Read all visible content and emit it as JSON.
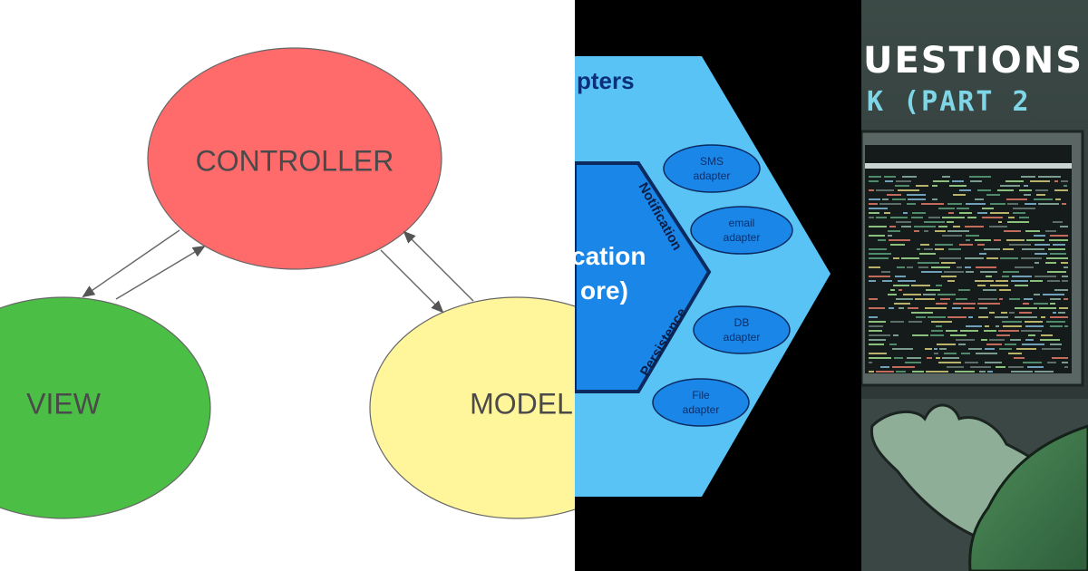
{
  "mvc": {
    "controller_label": "CONTROLLER",
    "view_label": "VIEW",
    "model_label": "MODEL",
    "colors": {
      "controller": "#ff6b6b",
      "view": "#4bbf45",
      "model": "#fff59a"
    }
  },
  "hexagonal": {
    "outer_label": "pters",
    "core_label_line1": "cation",
    "core_label_line2": "ore)",
    "port_notification": "Notification",
    "port_persistence": "Persistence",
    "adapters": [
      {
        "line1": "SMS",
        "line2": "adapter"
      },
      {
        "line1": "email",
        "line2": "adapter"
      },
      {
        "line1": "DB",
        "line2": "adapter"
      },
      {
        "line1": "File",
        "line2": "adapter"
      }
    ],
    "colors": {
      "outer": "#5ac3f5",
      "core": "#1a86e8",
      "adapter": "#1a86e8"
    }
  },
  "artwork": {
    "title_line1": "UESTIONS",
    "title_line2": "K  (PART 2",
    "colors": {
      "title": "#ffffff",
      "subtitle": "#7fd6e6"
    }
  }
}
